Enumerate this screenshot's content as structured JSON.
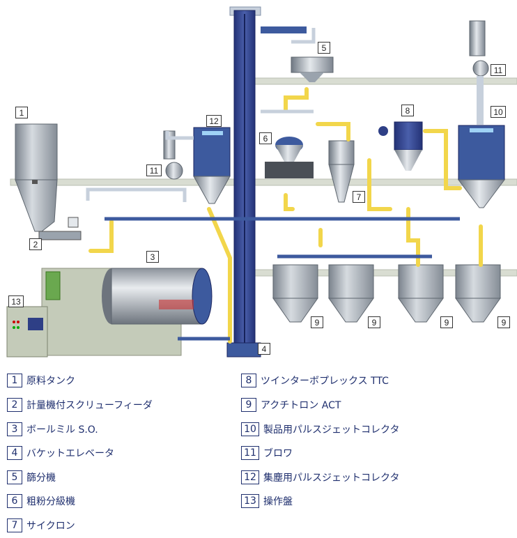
{
  "legend": [
    {
      "n": "1",
      "label": "原料タンク"
    },
    {
      "n": "2",
      "label": "計量機付スクリューフィーダ"
    },
    {
      "n": "3",
      "label": "ボールミル S.O."
    },
    {
      "n": "4",
      "label": "バケットエレベータ"
    },
    {
      "n": "5",
      "label": "篩分機"
    },
    {
      "n": "6",
      "label": "粗粉分級機"
    },
    {
      "n": "7",
      "label": "サイクロン"
    },
    {
      "n": "8",
      "label": "ツインターボプレックス TTC"
    },
    {
      "n": "9",
      "label": "アクチトロン ACT"
    },
    {
      "n": "10",
      "label": "製品用パルスジェットコレクタ"
    },
    {
      "n": "11",
      "label": "ブロワ"
    },
    {
      "n": "12",
      "label": "集塵用パルスジェットコレクタ"
    },
    {
      "n": "13",
      "label": "操作盤"
    }
  ],
  "diagram_tags": [
    "1",
    "2",
    "3",
    "4",
    "5",
    "6",
    "7",
    "8",
    "9",
    "9",
    "9",
    "9",
    "10",
    "11",
    "11",
    "12",
    "13"
  ],
  "colors": {
    "pipe_blue": "#3d5a9e",
    "pipe_yellow": "#f2d64b",
    "pipe_grey": "#c7d0dc",
    "floor": "#d9ddd2",
    "steel": "#9aa3ad",
    "navy": "#2e3f86"
  }
}
